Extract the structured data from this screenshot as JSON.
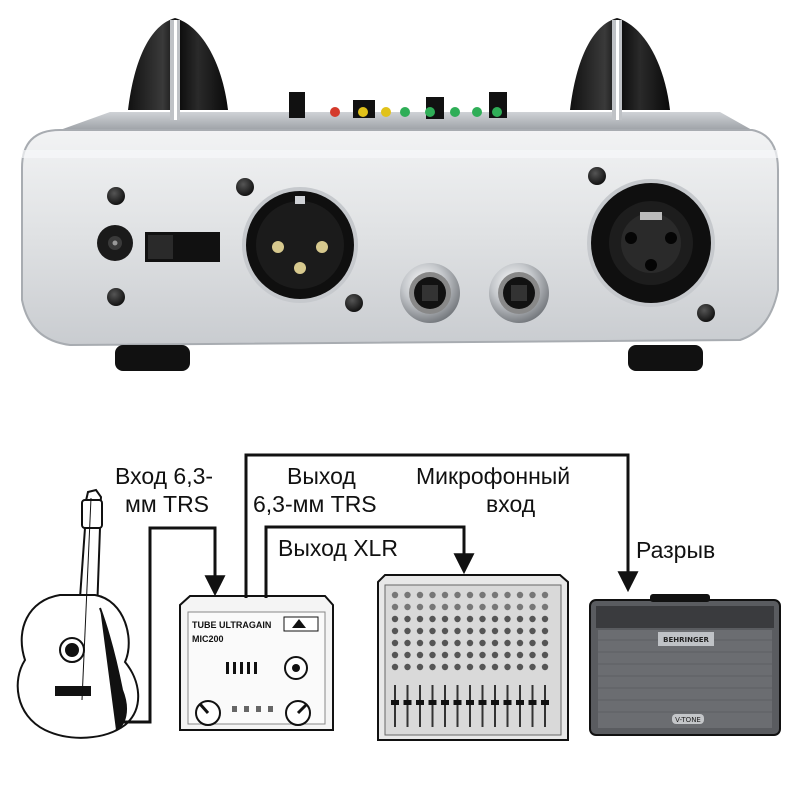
{
  "labels": {
    "input_trs": [
      "Вход 6,3-",
      "мм TRS"
    ],
    "output_trs": [
      "Выход",
      "6,3-мм TRS"
    ],
    "mic_input": [
      "Микрофонный",
      "вход"
    ],
    "output_xlr": "Выход XLR",
    "break": "Разрыв"
  },
  "preamp": {
    "title": "TUBE ULTRAGAIN",
    "model": "MIC200"
  },
  "amp": {
    "brand": "BEHRINGER",
    "series": "V-TONE"
  },
  "colors": {
    "panel": "#e4e6e8",
    "panel_edge": "#bfc2c6",
    "led_green": "#2fae57",
    "led_yellow": "#e1c21a",
    "led_red": "#d43a2b",
    "line": "#111111",
    "amp_body": "#5a5c60"
  },
  "icons": [
    "guitar-icon",
    "preamp-icon",
    "mixer-icon",
    "amplifier-icon"
  ]
}
